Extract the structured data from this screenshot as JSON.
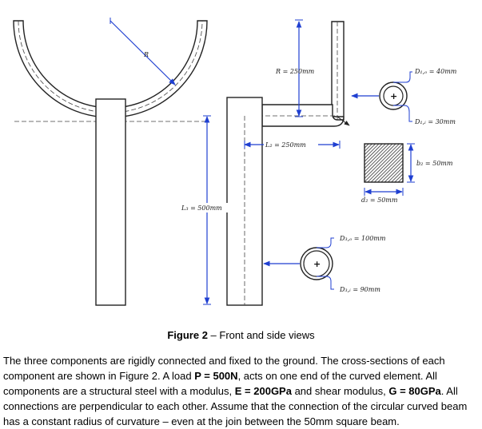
{
  "figure": {
    "labels": {
      "R_front": "R",
      "R_side": "R = 250mm",
      "L2": "L₂ = 250mm",
      "L3": "L₃ = 500mm",
      "D1o": "D₁,ₒ = 40mm",
      "D1i": "D₁,ᵢ = 30mm",
      "b2": "b₂ = 50mm",
      "d2": "d₂ = 50mm",
      "D3o": "D₃,ₒ = 100mm",
      "D3i": "D₃,ᵢ = 90mm",
      "plus": "+"
    },
    "caption_bold": "Figure 2",
    "caption_rest": " – Front and side views"
  },
  "paragraph": {
    "t1": "The three components are rigidly connected and fixed to the ground. The cross-sections of each component are shown in Figure 2. A load ",
    "b1": "P = 500N",
    "t2": ", acts on one end of the curved element. All components are a structural steel with a modulus, ",
    "b2": "E = 200GPa",
    "t3": " and shear modulus, ",
    "b3": "G = 80GPa",
    "t4": ". All connections are perpendicular to each other. Assume that the connection of the circular curved beam has a constant radius of curvature – even at the join between the 50mm square beam."
  }
}
